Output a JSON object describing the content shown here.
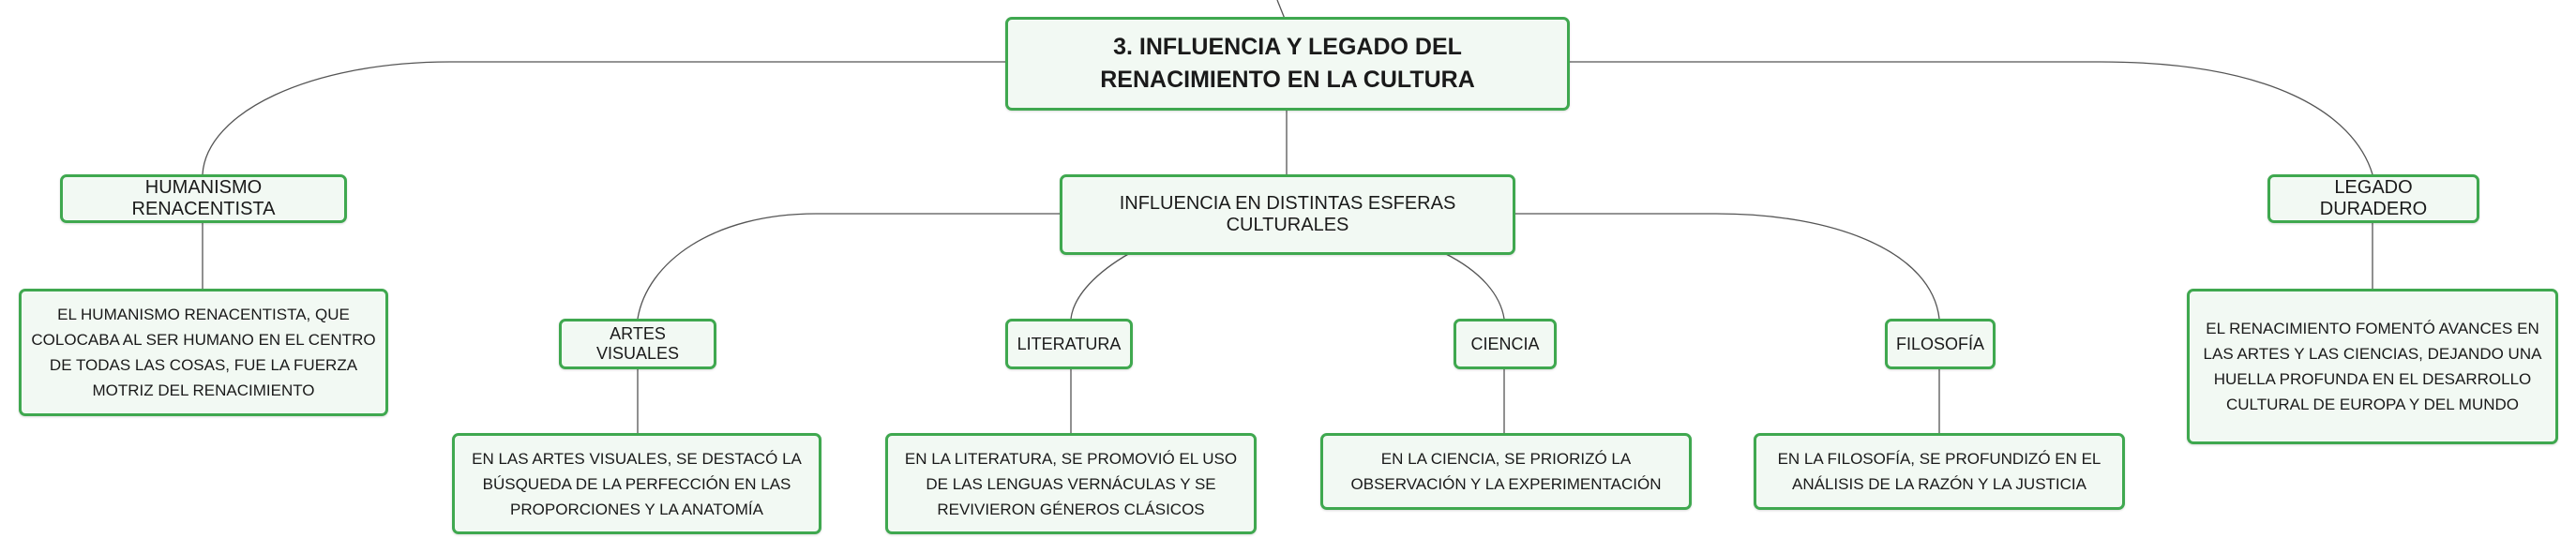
{
  "diagram": {
    "root": {
      "label": "3. INFLUENCIA Y LEGADO DEL RENACIMIENTO EN LA CULTURA"
    },
    "humanismo": {
      "label": "HUMANISMO RENACENTISTA",
      "description": "EL HUMANISMO RENACENTISTA, QUE COLOCABA AL SER HUMANO EN EL CENTRO DE TODAS LAS COSAS, FUE LA FUERZA MOTRIZ DEL RENACIMIENTO"
    },
    "influencia": {
      "label": "INFLUENCIA EN DISTINTAS ESFERAS CULTURALES",
      "children": [
        {
          "label": "ARTES VISUALES",
          "description": "EN LAS ARTES VISUALES, SE DESTACÓ LA BÚSQUEDA DE LA PERFECCIÓN EN LAS PROPORCIONES Y LA ANATOMÍA"
        },
        {
          "label": "LITERATURA",
          "description": "EN LA LITERATURA, SE PROMOVIÓ EL USO DE LAS LENGUAS VERNÁCULAS Y SE REVIVIERON GÉNEROS CLÁSICOS"
        },
        {
          "label": "CIENCIA",
          "description": "EN LA CIENCIA, SE PRIORIZÓ LA OBSERVACIÓN Y LA EXPERIMENTACIÓN"
        },
        {
          "label": "FILOSOFÍA",
          "description": "EN LA FILOSOFÍA, SE PROFUNDIZÓ EN EL ANÁLISIS DE LA RAZÓN Y LA JUSTICIA"
        }
      ]
    },
    "legado": {
      "label": "LEGADO DURADERO",
      "description": "EL RENACIMIENTO FOMENTÓ AVANCES EN LAS ARTES Y LAS CIENCIAS, DEJANDO UNA HUELLA PROFUNDA EN EL DESARROLLO CULTURAL DE EUROPA Y DEL MUNDO"
    }
  },
  "colors": {
    "node_border": "#3fa84f",
    "node_fill": "#f2f9f3",
    "connector": "#555555"
  }
}
